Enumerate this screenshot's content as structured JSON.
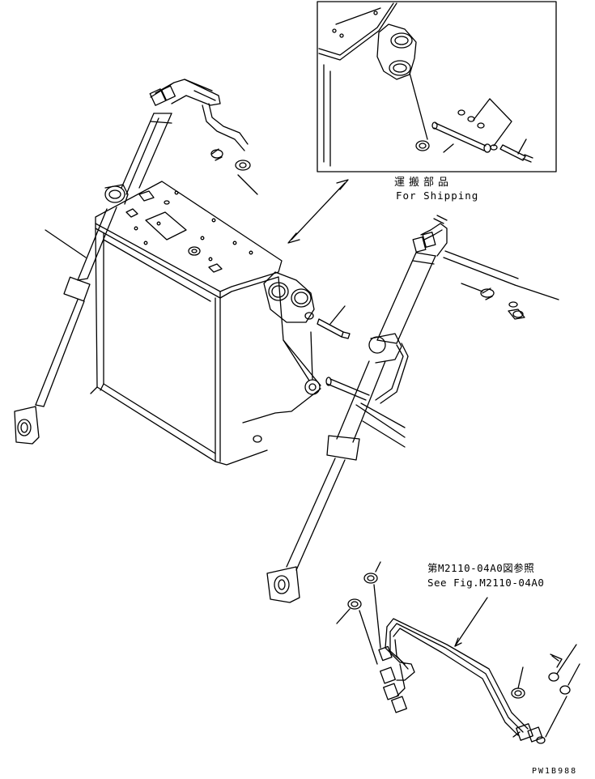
{
  "labels": {
    "shipping_jp": "運搬部品",
    "shipping_en": "For Shipping",
    "see_fig_jp": "第M2110-04A0図参照",
    "see_fig_en": "See Fig.M2110-04A0",
    "drawing_id": "PW1B988"
  },
  "colors": {
    "ink": "#000000",
    "paper": "#ffffff"
  }
}
